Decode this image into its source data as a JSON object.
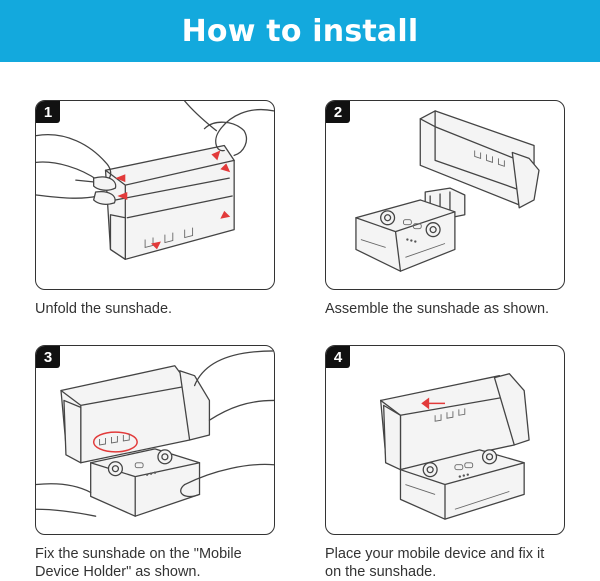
{
  "header": {
    "title": "How to install"
  },
  "steps": [
    {
      "number": "1",
      "caption": "Unfold the sunshade."
    },
    {
      "number": "2",
      "caption": "Assemble the sunshade as shown."
    },
    {
      "number": "3",
      "caption": "Fix the sunshade on the \"Mobile\nDevice Holder\" as shown."
    },
    {
      "number": "4",
      "caption": "Place your mobile device and fix it\non the sunshade."
    }
  ],
  "colors": {
    "banner": "#13a9dd",
    "arrow": "#e23a3a",
    "badge": "#111111"
  }
}
